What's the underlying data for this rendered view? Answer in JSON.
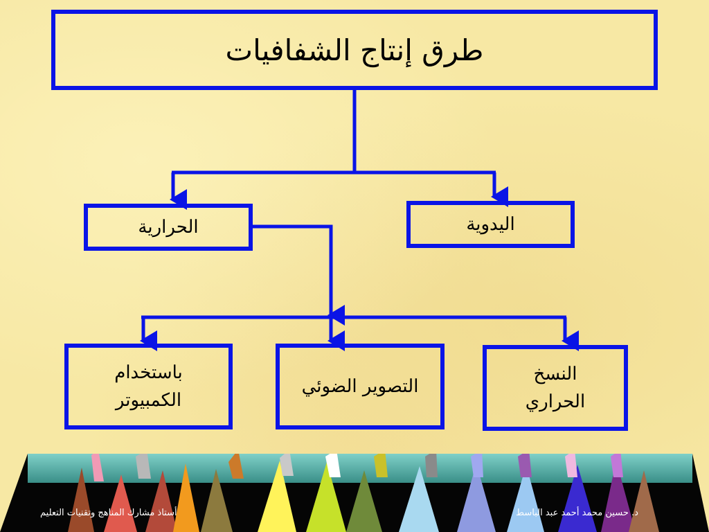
{
  "diagram": {
    "title": "طرق إنتاج الشفافيات",
    "level2": {
      "manual": "اليدوية",
      "thermal": "الحرارية"
    },
    "level3": {
      "thermal_copy": "النسخ\nالحراري",
      "photo_copy": "التصوير الضوئي",
      "computer": "باستخدام\nالكمبيوتر"
    }
  },
  "footer": {
    "author": "د. حسين محمد أحمد عبد الباسط",
    "role": "أستاذ مشارك المناهج وتقنيات التعليم"
  },
  "colors": {
    "line": "#0a14e6",
    "background": "#f7e8a4"
  }
}
